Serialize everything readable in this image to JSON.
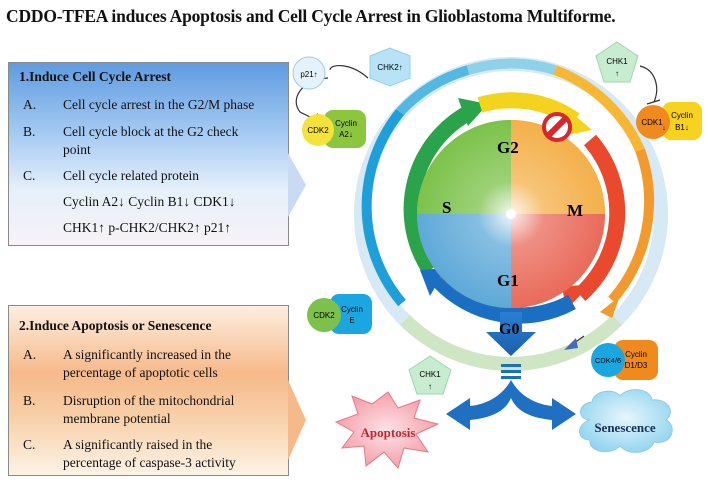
{
  "title": "CDDO-TFEA induces Apoptosis and Cell Cycle Arrest in Glioblastoma Multiforme.",
  "panel1": {
    "heading": "1.Induce Cell Cycle Arrest",
    "items": [
      {
        "letter": "A.",
        "text": "Cell cycle arrest in the G2/M phase"
      },
      {
        "letter": "B.",
        "text": "Cell cycle block at the G2 check",
        "text2": "point"
      },
      {
        "letter": "C.",
        "text": "Cell cycle related protein",
        "text2": "Cyclin A2↓ Cyclin B1↓ CDK1↓",
        "text3": "CHK1↑ p-CHK2/CHK2↑ p21↑"
      }
    ]
  },
  "panel2": {
    "heading": "2.Induce Apoptosis or Senescence",
    "items": [
      {
        "letter": "A.",
        "text": "A significantly  increased in the",
        "text2": "percentage of apoptotic cells"
      },
      {
        "letter": "B.",
        "text": "Disruption of the mitochondrial",
        "text2": "membrane potential"
      },
      {
        "letter": "C.",
        "text": "A significantly raised in the",
        "text2": "percentage of caspase-3 activity"
      }
    ]
  },
  "phases": {
    "g2": "G2",
    "s": "S",
    "m": "M",
    "g1": "G1",
    "g0": "G0"
  },
  "proteins": {
    "p21": "p21↑",
    "chk2": "CHK2↑",
    "cdk2_top": "CDK2",
    "cyclin_a2": "Cyclin",
    "cyclin_a2_b": "A2↓",
    "chk1_top": "CHK1",
    "chk1_top_arrow": "↑",
    "cdk1": "CDK1",
    "cdk1_arrow": "↓",
    "cyclin_b1": "Cyclin",
    "cyclin_b1_b": "B1↓",
    "cdk2_mid": "CDK2",
    "cyclin_e": "Cyclin",
    "cyclin_e_b": "E",
    "chk1_bottom": "CHK1",
    "chk1_bottom_arrow": "↑",
    "cdk46": "CDK4/6",
    "cyclin_d": "Cyclin",
    "cyclin_d_b": "D1/D3"
  },
  "outcomes": {
    "apoptosis": "Apoptosis",
    "senescence": "Senescence"
  },
  "colors": {
    "panel1": "#5f9be0",
    "panel2": "#f7b98a",
    "apoptosis": "#f7a8b0",
    "senescence": "#a9dff1",
    "arrow_blue": "#1f6fc2"
  }
}
